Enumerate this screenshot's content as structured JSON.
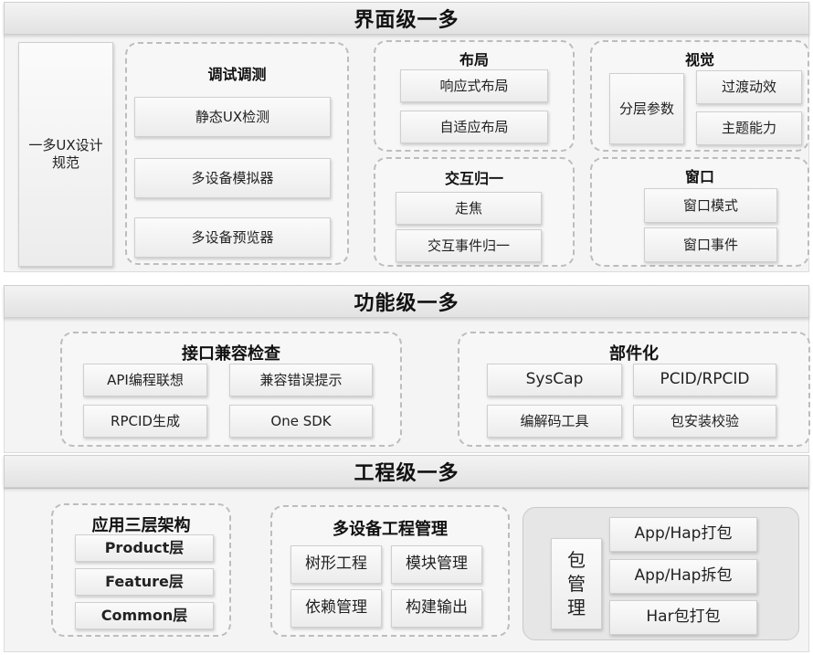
{
  "interface_level": {
    "title": "界面级一多",
    "spec": "一多UX设计规范",
    "debug": {
      "title": "调试调测",
      "items": [
        "静态UX检测",
        "多设备模拟器",
        "多设备预览器"
      ]
    },
    "layout": {
      "title": "布局",
      "items": [
        "响应式布局",
        "自适应布局"
      ]
    },
    "visual": {
      "title": "视觉",
      "left": "分层参数",
      "items": [
        "过渡动效",
        "主题能力"
      ]
    },
    "interaction": {
      "title": "交互归一",
      "items": [
        "走焦",
        "交互事件归一"
      ]
    },
    "window": {
      "title": "窗口",
      "items": [
        "窗口模式",
        "窗口事件"
      ]
    }
  },
  "function_level": {
    "title": "功能级一多",
    "compat": {
      "title": "接口兼容检查",
      "items": [
        "API编程联想",
        "兼容错误提示",
        "RPCID生成",
        "One SDK"
      ]
    },
    "component": {
      "title": "部件化",
      "items": [
        "SysCap",
        "PCID/RPCID",
        "编解码工具",
        "包安装校验"
      ]
    }
  },
  "project_level": {
    "title": "工程级一多",
    "arch": {
      "title": "应用三层架构",
      "items": [
        "Product层",
        "Feature层",
        "Common层"
      ]
    },
    "multi": {
      "title": "多设备工程管理",
      "items": [
        "树形工程",
        "模块管理",
        "依赖管理",
        "构建输出"
      ]
    },
    "package": {
      "label": "包管理",
      "items": [
        "App/Hap打包",
        "App/Hap拆包",
        "Har包打包"
      ]
    }
  }
}
